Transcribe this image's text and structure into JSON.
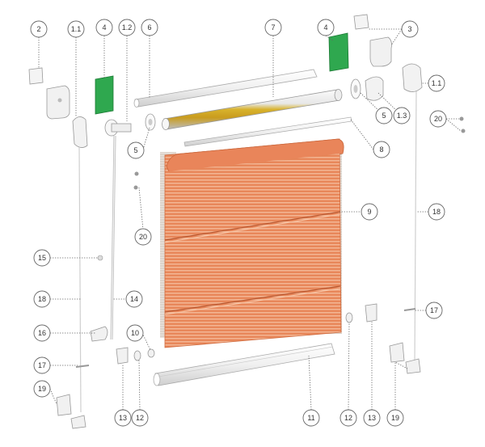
{
  "callouts": {
    "c2": "2",
    "c1_1_left": "1.1",
    "c4_left": "4",
    "c1_2": "1.2",
    "c6": "6",
    "c7": "7",
    "c4_right": "4",
    "c3": "3",
    "c1_1_right": "1.1",
    "c5_right": "5",
    "c1_3": "1.3",
    "c20_right": "20",
    "c5_left": "5",
    "c8": "8",
    "c9": "9",
    "c18_right": "18",
    "c20_left": "20",
    "c15": "15",
    "c18_left": "18",
    "c14": "14",
    "c17_right": "17",
    "c16": "16",
    "c10": "10",
    "c17_left": "17",
    "c19_left": "19",
    "c13_left": "13",
    "c12_left": "12",
    "c11": "11",
    "c12_right": "12",
    "c13_right": "13",
    "c19_right": "19"
  },
  "colors": {
    "fabric": "#e8875a",
    "fabric_stripe": "#f6c2a2",
    "bracket": "#f2f2f2",
    "outline": "#9a9a9a",
    "green_part": "#2fa84f",
    "tape_yellow": "#d8b22c"
  }
}
